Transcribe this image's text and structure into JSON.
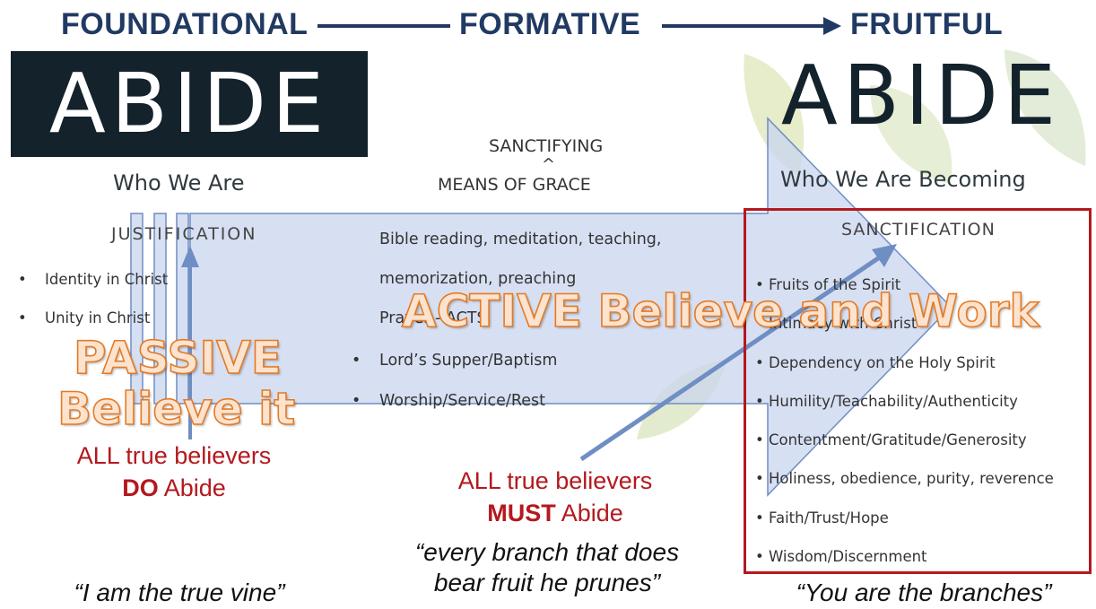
{
  "header": {
    "foundational": "FOUNDATIONAL",
    "formative": "FORMATIVE",
    "fruitful": "FRUITFUL"
  },
  "left": {
    "logo": "ABIDE",
    "subtitle": "Who We Are",
    "heading": "JUSTIFICATION",
    "items": [
      "Identity in Christ",
      "Unity in Christ"
    ],
    "passive_line1": "PASSIVE",
    "passive_line2": "Believe it",
    "statement_line1": "ALL true believers",
    "statement_bold": "DO",
    "statement_rest": " Abide",
    "quote": "“I am the true vine”"
  },
  "middle": {
    "above": "SANCTIFYING",
    "caret": "^",
    "title": "MEANS OF GRACE",
    "line1": "Bible reading, meditation, teaching,",
    "line2": "memorization, preaching",
    "line3": "Prayer - ACTS",
    "items": [
      "Lord’s Supper/Baptism",
      "Worship/Service/Rest"
    ],
    "active": "ACTIVE Believe and Work",
    "statement_line1": "ALL true believers",
    "statement_bold": "MUST",
    "statement_rest": " Abide",
    "quote_line1": "“every branch that does",
    "quote_line2": "bear fruit he prunes”"
  },
  "right": {
    "logo": "ABIDE",
    "subtitle": "Who We Are Becoming",
    "heading": "SANCTIFICATION",
    "items": [
      "Fruits of the Spirit",
      "Intimacy with Christ",
      "Dependency on the Holy Spirit",
      "Humility/Teachability/Authenticity",
      "Contentment/Gratitude/Generosity",
      "Holiness, obedience, purity, reverence",
      "Faith/Trust/Hope",
      "Wisdom/Discernment"
    ],
    "quote": "“You are the branches”"
  },
  "colors": {
    "navy": "#213a63",
    "red": "#b3191e",
    "arrow_fill": "#c9d6ee",
    "arrow_stroke": "#6f8ec4",
    "outline_orange": "#e57a24"
  }
}
